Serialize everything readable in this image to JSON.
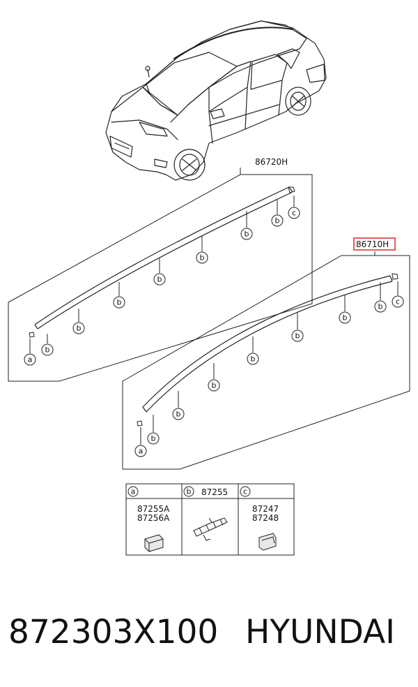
{
  "part_labels": {
    "left_assembly": "86720H",
    "right_assembly": "86710H"
  },
  "highlight_color": "#d8282f",
  "callout_letters": {
    "a": "a",
    "b": "b",
    "c": "c"
  },
  "legend_table": {
    "cells": [
      {
        "letter": "a",
        "header_number": "",
        "parts": [
          "87255A",
          "87256A"
        ]
      },
      {
        "letter": "b",
        "header_number": "87255",
        "parts": []
      },
      {
        "letter": "c",
        "header_number": "",
        "parts": [
          "87247",
          "87248"
        ]
      }
    ]
  },
  "footer": {
    "part_number": "872303X100",
    "brand": "HYUNDAI"
  }
}
